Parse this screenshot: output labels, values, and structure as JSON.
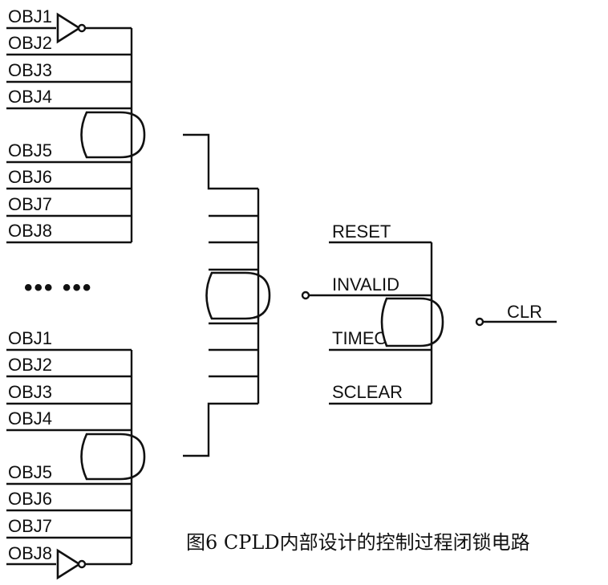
{
  "group_top": {
    "inputs": [
      "OBJ1",
      "OBJ2",
      "OBJ3",
      "OBJ4",
      "OBJ5",
      "OBJ6",
      "OBJ7",
      "OBJ8"
    ]
  },
  "group_bottom": {
    "inputs": [
      "OBJ1",
      "OBJ2",
      "OBJ3",
      "OBJ4",
      "OBJ5",
      "OBJ6",
      "OBJ7",
      "OBJ8"
    ]
  },
  "ellipsis": "••• •••",
  "final_gate": {
    "inputs": [
      "RESET",
      "INVALID",
      "TIMEOUT",
      "SCLEAR"
    ]
  },
  "output": {
    "label": "CLR"
  },
  "caption": "图6   CPLD内部设计的控制过程闭锁电路"
}
